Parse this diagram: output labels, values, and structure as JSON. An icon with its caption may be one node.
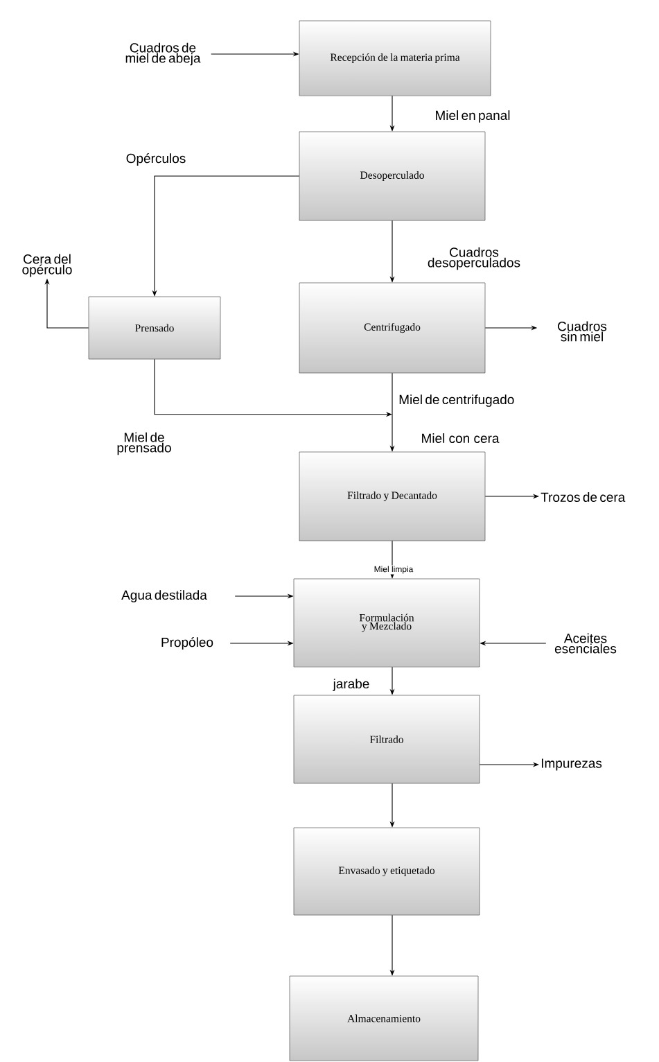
{
  "diagram": {
    "nodes": [
      {
        "text": [
          "Cuadros de miel de abeja"
        ]
      },
      {
        "text": [
          "Recepción de la materia prima"
        ]
      },
      {
        "text": [
          "Desoperculado"
        ]
      },
      {
        "text": [
          "Cera del opérculo"
        ]
      },
      {
        "text": [
          "Prensado"
        ]
      },
      {
        "text": [
          "Centrifugado"
        ]
      },
      {
        "text": [
          "Cuadros sin miel"
        ]
      },
      {
        "text": [
          "Filtrado y Decantado"
        ]
      },
      {
        "text": [
          "Trozos de cera"
        ]
      },
      {
        "text": [
          "Agua destilada"
        ]
      },
      {
        "text": [
          "Propóleo"
        ]
      },
      {
        "text": [
          "Formulación y Mezclado"
        ]
      },
      {
        "text": [
          "Aceites esenciales"
        ]
      },
      {
        "text": [
          "Filtrado"
        ]
      },
      {
        "text": [
          "Impurezas"
        ]
      },
      {
        "text": [
          "Envasado y etiquetado"
        ]
      },
      {
        "text": [
          "Almacenamiento"
        ]
      }
    ],
    "edges": [
      {
        "from": 0,
        "to": 1,
        "arrow": "to"
      },
      {
        "from": 1,
        "to": 2,
        "arrow": "to",
        "label": "Miel en panal"
      },
      {
        "from": 2,
        "to": 4,
        "arrow": "to",
        "label": "Opérculos"
      },
      {
        "from": 2,
        "to": 5,
        "arrow": "to",
        "label": "Cuadros desoperculados"
      },
      {
        "from": 4,
        "to": 3,
        "arrow": "to"
      },
      {
        "from": 5,
        "to": 6,
        "arrow": "to"
      },
      {
        "from": 4,
        "to": 7,
        "arrow": "to",
        "label": "Miel de prensado"
      },
      {
        "from": 5,
        "to": 7,
        "arrow": "to",
        "label": "Miel de centrifugado"
      },
      {
        "from": 7,
        "to": 8,
        "arrow": "to"
      },
      {
        "from": 7,
        "to": 11,
        "arrow": "to",
        "label": "Miel limpia"
      },
      {
        "from": 9,
        "to": 11,
        "arrow": "to"
      },
      {
        "from": 10,
        "to": 11,
        "arrow": "to"
      },
      {
        "from": 12,
        "to": 11,
        "arrow": "to"
      },
      {
        "from": 11,
        "to": 13,
        "arrow": "to",
        "label": "jarabe"
      },
      {
        "from": 13,
        "to": 14,
        "arrow": "to"
      },
      {
        "from": 13,
        "to": 15,
        "arrow": "to"
      },
      {
        "from": 15,
        "to": 16,
        "arrow": "to"
      }
    ],
    "labels": [
      "Miel con cera"
    ]
  }
}
